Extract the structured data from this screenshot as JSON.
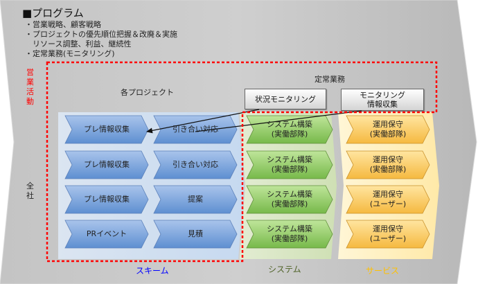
{
  "program": {
    "title": "■プログラム",
    "bullets": [
      "・営業戦略、顧客戦略",
      "・プロジェクトの優先順位把握＆改廃＆実施",
      "　リソース調整、利益、継続性",
      "・定常業務(モニタリング)"
    ]
  },
  "side_labels": {
    "sales": "営業活動",
    "all": "全社"
  },
  "project_area": {
    "label": "各プロジェクト"
  },
  "routine": {
    "label": "定常業務",
    "boxes": [
      "状況モニタリング",
      "モニタリング\n情報収集"
    ]
  },
  "scheme": {
    "col1": [
      "プレ情報収集",
      "プレ情報収集",
      "プレ情報収集",
      "PRイベント"
    ],
    "col2": [
      "引き合い対応",
      "引き合い対応",
      "提案",
      "見積"
    ]
  },
  "system": {
    "items": [
      "システム構築\n(実働部隊)",
      "システム構築\n(実働部隊)",
      "システム構築\n(実働部隊)",
      "システム構築\n(実働部隊)"
    ]
  },
  "service": {
    "items": [
      "運用保守\n(実働部隊)",
      "運用保守\n(実働部隊)",
      "運用保守\n(ユーザー)",
      "運用保守\n(ユーザー)"
    ]
  },
  "columns": {
    "scheme": "スキーム",
    "system": "システム",
    "service": "サービス"
  },
  "colors": {
    "big_arrow": "#bfbfbf",
    "scheme_bg": "#dbe5f1",
    "system_bg": "#d7e4bd",
    "service_bg": "#fff2cc",
    "red_dashed": "#ff0000",
    "scheme_label": "#0000ff",
    "system_label": "#4f6228",
    "service_label": "#ffc000"
  }
}
